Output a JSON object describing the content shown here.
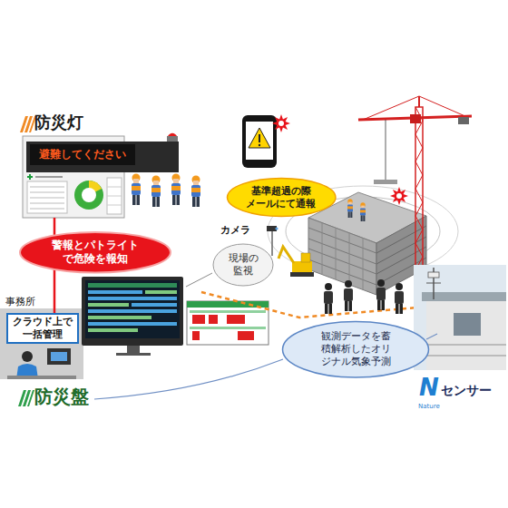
{
  "diagram": {
    "nodes": [
      {
        "text": [
          "避難してください"
        ]
      },
      {
        "text": [
          "基準超過の際メールにて通報"
        ]
      },
      {
        "text": [
          "警報とパトライトで危険を報知"
        ]
      },
      {
        "text": [
          "現場の監視"
        ]
      },
      {
        "text": [
          "クラウド上で一括管理"
        ]
      },
      {
        "text": [
          "観測データを蓄積解析したオリジナル気象予測"
        ]
      }
    ],
    "edges": [
      {
        "from": 0,
        "to": 2,
        "arrow": "none"
      },
      {
        "from": 2,
        "to": 4,
        "arrow": "none"
      }
    ],
    "labels": [
      "防災灯",
      "事務所",
      "カメラ",
      "防災盤",
      "N",
      "Nature",
      "センサー"
    ]
  }
}
